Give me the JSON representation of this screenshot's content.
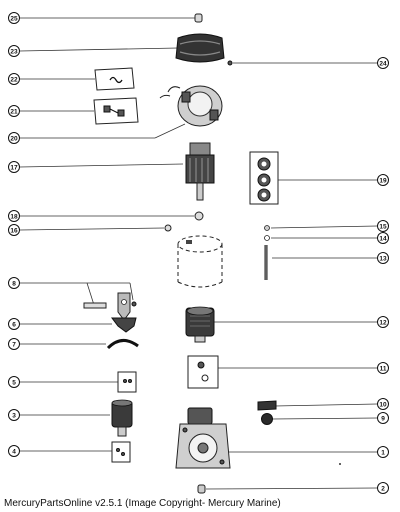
{
  "caption": "MercuryPartsOnline v2.5.1 (Image Copyright- Mercury Marine)",
  "callouts": {
    "c25": "25",
    "c23": "23",
    "c24": "24",
    "c22": "22",
    "c21": "21",
    "c20": "20",
    "c17": "17",
    "c19": "19",
    "c18": "18",
    "c16": "16",
    "c15": "15",
    "c14": "14",
    "c13": "13",
    "c8": "8",
    "c9": "9",
    "c6": "6",
    "c12": "12",
    "c7": "7",
    "c11": "11",
    "c5": "5",
    "c10": "10",
    "c3": "3",
    "c8b": "8",
    "c4": "4",
    "c1": "1",
    "c2": "2"
  }
}
